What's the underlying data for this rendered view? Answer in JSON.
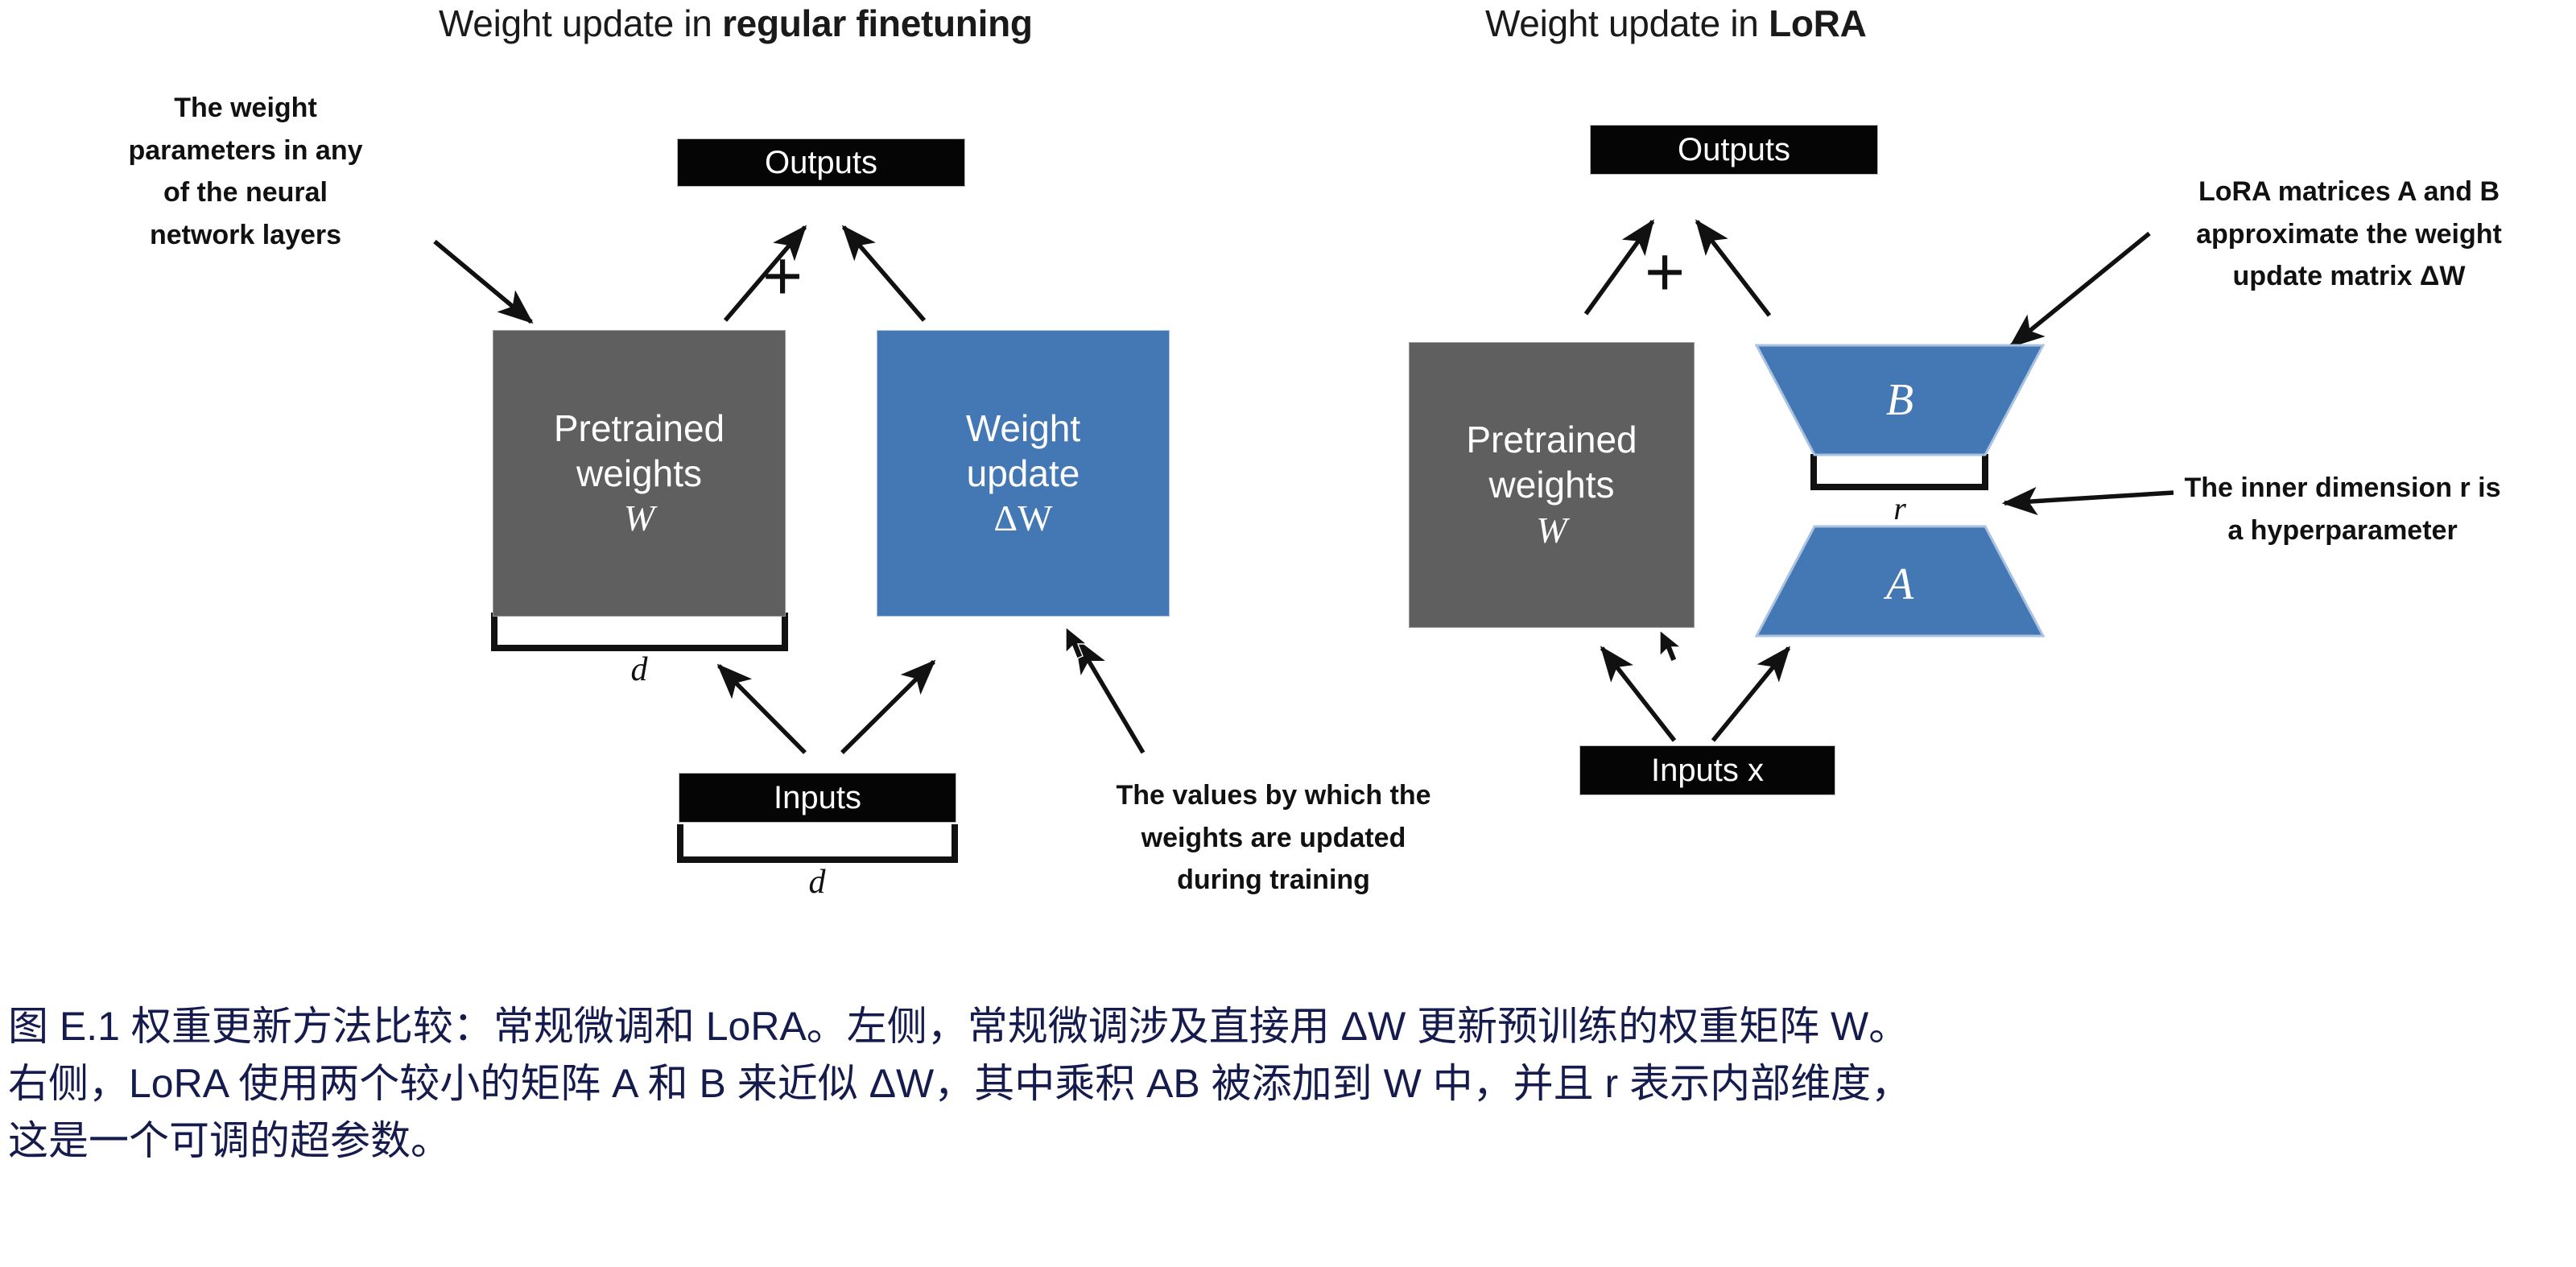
{
  "panels": [
    {
      "title_prefix": "Weight update in ",
      "title_strong": "regular finetuning"
    },
    {
      "title_prefix": "Weight update in ",
      "title_strong": "LoRA"
    }
  ],
  "left_panel": {
    "annotation_left": [
      "The weight",
      "parameters in any",
      "of the neural",
      "network layers"
    ],
    "annotation_right": [
      "The values by which the",
      "weights are updated",
      "during training"
    ],
    "outputs_box": "Outputs",
    "plus_sign": "+",
    "pretrained_box": {
      "line1": "Pretrained",
      "line2": "weights",
      "symbol": "W"
    },
    "update_box": {
      "line1": "Weight",
      "line2": "update",
      "symbol": "ΔW"
    },
    "inputs_box": "Inputs",
    "dim_under_weights": "d",
    "dim_under_inputs": "d"
  },
  "right_panel": {
    "outputs_box": "Outputs",
    "plus_sign": "+",
    "pretrained_box": {
      "line1": "Pretrained",
      "line2": "weights",
      "symbol": "W"
    },
    "trapezoid_top": "B",
    "trapezoid_bottom": "A",
    "inner_dim_label": "r",
    "inputs_box": "Inputs x",
    "annotation_matrices": [
      "LoRA matrices A and B",
      "approximate the weight",
      "update matrix ΔW"
    ],
    "annotation_rank": [
      "The inner dimension r is",
      "a hyperparameter"
    ]
  },
  "caption": {
    "line1": "图 E.1 权重更新方法比较：常规微调和 LoRA。左侧，常规微调涉及直接用 ΔW 更新预训练的权重矩阵 W。",
    "line2": "右侧，LoRA 使用两个较小的矩阵 A 和 B 来近似 ΔW，其中乘积 AB 被添加到 W 中，并且 r 表示内部维度，",
    "line3": "这是一个可调的超参数。"
  },
  "colors": {
    "blue": "#4478b4",
    "gray": "#5f5f5f",
    "black": "#050505",
    "caption_navy": "#161b4e"
  }
}
